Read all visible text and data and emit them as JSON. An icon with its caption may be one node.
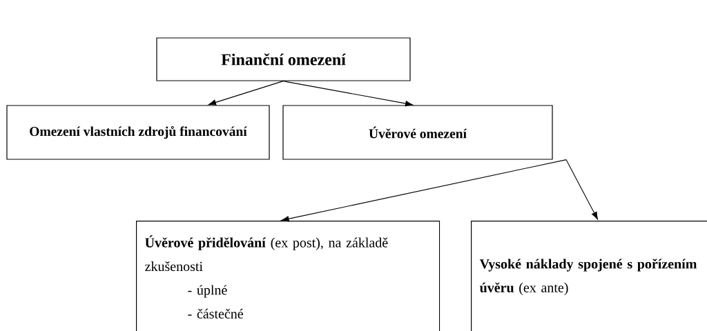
{
  "diagram": {
    "nodes": [
      {
        "text": [
          "Finanční omezení"
        ]
      },
      {
        "text": [
          "Omezení vlastních zdrojů financování"
        ]
      },
      {
        "text": [
          "Úvěrové omezení"
        ]
      },
      {
        "text": [
          "**Úvěrové přidělování** (ex post), na základě zkušenosti",
          "- úplné",
          "- částečné"
        ]
      },
      {
        "text": [
          "**Vysoké náklady spojené s pořízením úvěru** (ex ante)"
        ]
      }
    ],
    "edges": [
      {
        "from": 0,
        "to": 1,
        "arrow": "to"
      },
      {
        "from": 0,
        "to": 2,
        "arrow": "to"
      },
      {
        "from": 2,
        "to": 3,
        "arrow": "to"
      },
      {
        "from": 2,
        "to": 4,
        "arrow": "to"
      }
    ]
  }
}
